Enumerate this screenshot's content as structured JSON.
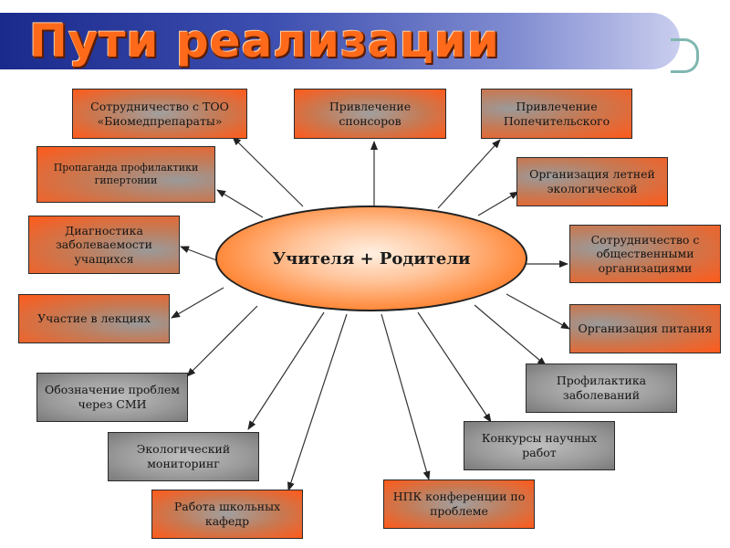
{
  "title": "Пути реализации",
  "center": "Учителя + Родители",
  "boxes": [
    {
      "id": "b1",
      "text": "Сотрудничество с ТОО «Биомедпрепараты»"
    },
    {
      "id": "b2",
      "text": "Привлечение спонсоров"
    },
    {
      "id": "b3",
      "text": "Привлечение Попечительского"
    },
    {
      "id": "b4",
      "text": "Пропаганда профилактики гипертонии"
    },
    {
      "id": "b5",
      "text": "Организация летней экологической"
    },
    {
      "id": "b6",
      "text": "Диагностика заболеваемости учащихся"
    },
    {
      "id": "b7",
      "text": "Сотрудничество с общественными организациями"
    },
    {
      "id": "b8",
      "text": "Участие в лекциях"
    },
    {
      "id": "b9",
      "text": "Организация питания"
    },
    {
      "id": "b10",
      "text": "Обозначение проблем через СМИ"
    },
    {
      "id": "b11",
      "text": "Профилактика заболеваний"
    },
    {
      "id": "b12",
      "text": "Экологический мониторинг"
    },
    {
      "id": "b13",
      "text": "Конкурсы научных работ"
    },
    {
      "id": "b14",
      "text": "Работа школьных кафедр"
    },
    {
      "id": "b15",
      "text": "НПК конференции по проблеме"
    }
  ]
}
